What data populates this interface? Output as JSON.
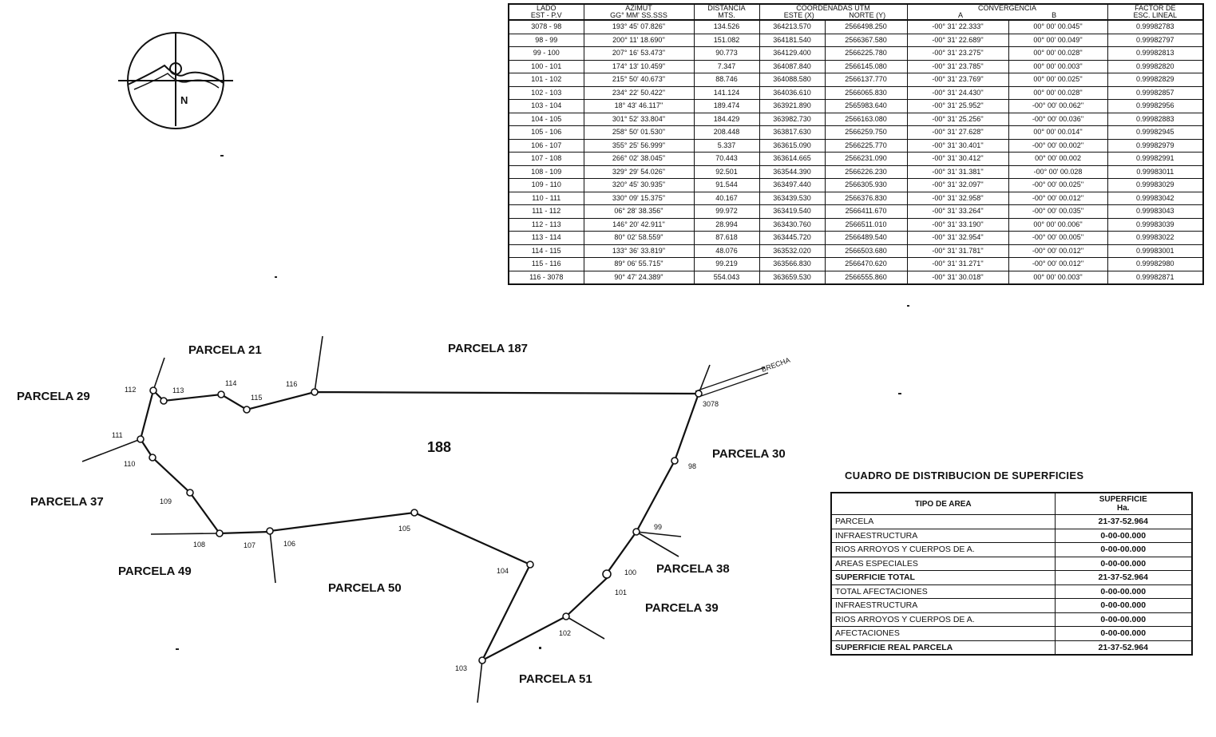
{
  "coord_table": {
    "headers": {
      "lado": "LADO",
      "est_pv": "EST - P.V",
      "azimut": "AZIMUT",
      "azimut_units": "GG° MM' SS.SSS",
      "distancia": "DISTANCIA",
      "distancia_units": "MTS.",
      "coordenadas": "COORDENADAS UTM",
      "este": "ESTE (X)",
      "norte": "NORTE (Y)",
      "convergencia": "CONVERGENCIA",
      "conv_a": "A",
      "conv_b": "B",
      "factor": "FACTOR DE",
      "factor_sub": "ESC. LINEAL"
    },
    "rows": [
      {
        "lado": "3078 - 98",
        "azimut": "193° 45' 07.826''",
        "dist": "134.526",
        "este": "364213.570",
        "norte": "2566498.250",
        "conv_a": "-00° 31' 22.333''",
        "conv_b": "00° 00' 00.045''",
        "factor": "0.99982783"
      },
      {
        "lado": "98 - 99",
        "azimut": "200° 11' 18.690''",
        "dist": "151.082",
        "este": "364181.540",
        "norte": "2566367.580",
        "conv_a": "-00° 31' 22.689''",
        "conv_b": "00° 00' 00.049''",
        "factor": "0.99982797"
      },
      {
        "lado": "99 - 100",
        "azimut": "207° 16' 53.473''",
        "dist": "90.773",
        "este": "364129.400",
        "norte": "2566225.780",
        "conv_a": "-00° 31' 23.275''",
        "conv_b": "00° 00' 00.028''",
        "factor": "0.99982813"
      },
      {
        "lado": "100 - 101",
        "azimut": "174° 13' 10.459''",
        "dist": "7.347",
        "este": "364087.840",
        "norte": "2566145.080",
        "conv_a": "-00° 31' 23.785''",
        "conv_b": "00° 00' 00.003''",
        "factor": "0.99982820"
      },
      {
        "lado": "101 - 102",
        "azimut": "215° 50' 40.673''",
        "dist": "88.746",
        "este": "364088.580",
        "norte": "2566137.770",
        "conv_a": "-00° 31' 23.769''",
        "conv_b": "00° 00' 00.025''",
        "factor": "0.99982829"
      },
      {
        "lado": "102 - 103",
        "azimut": "234° 22' 50.422''",
        "dist": "141.124",
        "este": "364036.610",
        "norte": "2566065.830",
        "conv_a": "-00° 31' 24.430''",
        "conv_b": "00° 00' 00.028''",
        "factor": "0.99982857"
      },
      {
        "lado": "103 - 104",
        "azimut": "18° 43' 46.117''",
        "dist": "189.474",
        "este": "363921.890",
        "norte": "2565983.640",
        "conv_a": "-00° 31' 25.952''",
        "conv_b": "-00° 00' 00.062''",
        "factor": "0.99982956"
      },
      {
        "lado": "104 - 105",
        "azimut": "301° 52' 33.804''",
        "dist": "184.429",
        "este": "363982.730",
        "norte": "2566163.080",
        "conv_a": "-00° 31' 25.256''",
        "conv_b": "-00° 00' 00.036''",
        "factor": "0.99982883"
      },
      {
        "lado": "105 - 106",
        "azimut": "258° 50' 01.530''",
        "dist": "208.448",
        "este": "363817.630",
        "norte": "2566259.750",
        "conv_a": "-00° 31' 27.628''",
        "conv_b": "00° 00' 00.014''",
        "factor": "0.99982945"
      },
      {
        "lado": "106 - 107",
        "azimut": "355° 25' 56.999''",
        "dist": "5.337",
        "este": "363615.090",
        "norte": "2566225.770",
        "conv_a": "-00° 31' 30.401''",
        "conv_b": "-00° 00' 00.002''",
        "factor": "0.99982979"
      },
      {
        "lado": "107 - 108",
        "azimut": "266° 02' 38.045''",
        "dist": "70.443",
        "este": "363614.665",
        "norte": "2566231.090",
        "conv_a": "-00° 31' 30.412''",
        "conv_b": "00° 00' 00.002",
        "factor": "0.99982991"
      },
      {
        "lado": "108 - 109",
        "azimut": "329° 29' 54.026''",
        "dist": "92.501",
        "este": "363544.390",
        "norte": "2566226.230",
        "conv_a": "-00° 31' 31.381''",
        "conv_b": "-00° 00' 00.028",
        "factor": "0.99983011"
      },
      {
        "lado": "109 - 110",
        "azimut": "320° 45' 30.935''",
        "dist": "91.544",
        "este": "363497.440",
        "norte": "2566305.930",
        "conv_a": "-00° 31' 32.097''",
        "conv_b": "-00° 00' 00.025''",
        "factor": "0.99983029"
      },
      {
        "lado": "110 - 111",
        "azimut": "330° 09' 15.375''",
        "dist": "40.167",
        "este": "363439.530",
        "norte": "2566376.830",
        "conv_a": "-00° 31' 32.958''",
        "conv_b": "-00° 00' 00.012''",
        "factor": "0.99983042"
      },
      {
        "lado": "111 - 112",
        "azimut": "06° 28' 38.356''",
        "dist": "99.972",
        "este": "363419.540",
        "norte": "2566411.670",
        "conv_a": "-00° 31' 33.264''",
        "conv_b": "-00° 00' 00.035''",
        "factor": "0.99983043"
      },
      {
        "lado": "112 - 113",
        "azimut": "146° 20' 42.911''",
        "dist": "28.994",
        "este": "363430.760",
        "norte": "2566511.010",
        "conv_a": "-00° 31' 33.190''",
        "conv_b": "00° 00' 00.006''",
        "factor": "0.99983039"
      },
      {
        "lado": "113 - 114",
        "azimut": "80° 02' 58.559''",
        "dist": "87.618",
        "este": "363445.720",
        "norte": "2566489.540",
        "conv_a": "-00° 31' 32.954''",
        "conv_b": "-00° 00' 00.005''",
        "factor": "0.99983022"
      },
      {
        "lado": "114 - 115",
        "azimut": "133° 36' 33.819''",
        "dist": "48.076",
        "este": "363532.020",
        "norte": "2566503.680",
        "conv_a": "-00° 31' 31.781''",
        "conv_b": "-00° 00' 00.012''",
        "factor": "0.99983001"
      },
      {
        "lado": "115 - 116",
        "azimut": "89° 06' 55.715''",
        "dist": "99.219",
        "este": "363566.830",
        "norte": "2566470.620",
        "conv_a": "-00° 31' 31.271''",
        "conv_b": "-00° 00' 00.012''",
        "factor": "0.99982980"
      },
      {
        "lado": "116 - 3078",
        "azimut": "90° 47' 24.389''",
        "dist": "554.043",
        "este": "363659.530",
        "norte": "2566555.860",
        "conv_a": "-00° 31' 30.018''",
        "conv_b": "00° 00' 00.003''",
        "factor": "0.99982871"
      }
    ]
  },
  "surface": {
    "title": "CUADRO DE DISTRIBUCION DE SUPERFICIES",
    "col_tipo": "TIPO DE AREA",
    "col_sup": "SUPERFICIE",
    "col_sup_units": "Ha.",
    "rows": [
      {
        "label": "PARCELA",
        "value": "21-37-52.964",
        "bold": false
      },
      {
        "label": "INFRAESTRUCTURA",
        "value": "0-00-00.000",
        "bold": false
      },
      {
        "label": "RIOS ARROYOS Y CUERPOS DE A.",
        "value": "0-00-00.000",
        "bold": false
      },
      {
        "label": "AREAS ESPECIALES",
        "value": "0-00-00.000",
        "bold": false
      },
      {
        "label": "SUPERFICIE TOTAL",
        "value": "21-37-52.964",
        "bold": true
      },
      {
        "label": "TOTAL AFECTACIONES",
        "value": "0-00-00.000",
        "bold": false
      },
      {
        "label": "INFRAESTRUCTURA",
        "value": "0-00-00.000",
        "bold": false
      },
      {
        "label": "RIOS ARROYOS Y CUERPOS DE A.",
        "value": "0-00-00.000",
        "bold": false
      },
      {
        "label": "AFECTACIONES",
        "value": "0-00-00.000",
        "bold": false
      },
      {
        "label": "SUPERFICIE REAL PARCELA",
        "value": "21-37-52.964",
        "bold": true
      }
    ]
  },
  "plot": {
    "compass_label": "N",
    "center_label": "188",
    "brecha_label": "BRECHA",
    "parcels": {
      "p21": "PARCELA 21",
      "p187": "PARCELA 187",
      "p29": "PARCELA 29",
      "p30": "PARCELA 30",
      "p37": "PARCELA 37",
      "p38": "PARCELA 38",
      "p39": "PARCELA 39",
      "p49": "PARCELA 49",
      "p50": "PARCELA 50",
      "p51": "PARCELA 51"
    },
    "vertex_labels": {
      "v3078": "3078",
      "v98": "98",
      "v99": "99",
      "v100": "100",
      "v101": "101",
      "v102": "102",
      "v103": "103",
      "v104": "104",
      "v105": "105",
      "v106": "106",
      "v107": "107",
      "v108": "108",
      "v109": "109",
      "v110": "110",
      "v111": "111",
      "v112": "112",
      "v113": "113",
      "v114": "114",
      "v115": "115",
      "v116": "116"
    }
  }
}
